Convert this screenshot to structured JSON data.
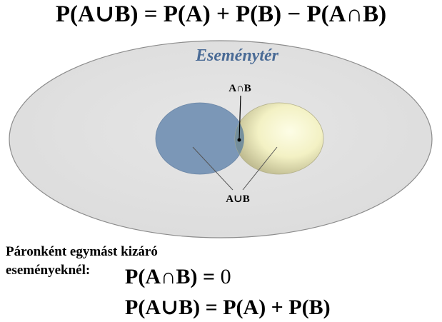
{
  "formula_top": "P(A∪B) = P(A) + P(B) − P(A∩B)",
  "diagram": {
    "title": "Eseménytér",
    "label_intersection": "A∩B",
    "label_union": "A∪B"
  },
  "colors": {
    "space_fill": "#e3e3e3",
    "space_stroke": "#8c8c8c",
    "circle_a": "#7b97b7",
    "circle_b_light": "#fbfbd9",
    "circle_b_dark": "#c4c29a",
    "title": "#4a6b96"
  },
  "note": {
    "line1": "Páronként egymást kizáró",
    "line2": "eseményeknél:"
  },
  "formula_intersection": {
    "lhs": "P(A∩B) =",
    "rhs": "0"
  },
  "formula_union": "P(A∪B) = P(A) + P(B)"
}
